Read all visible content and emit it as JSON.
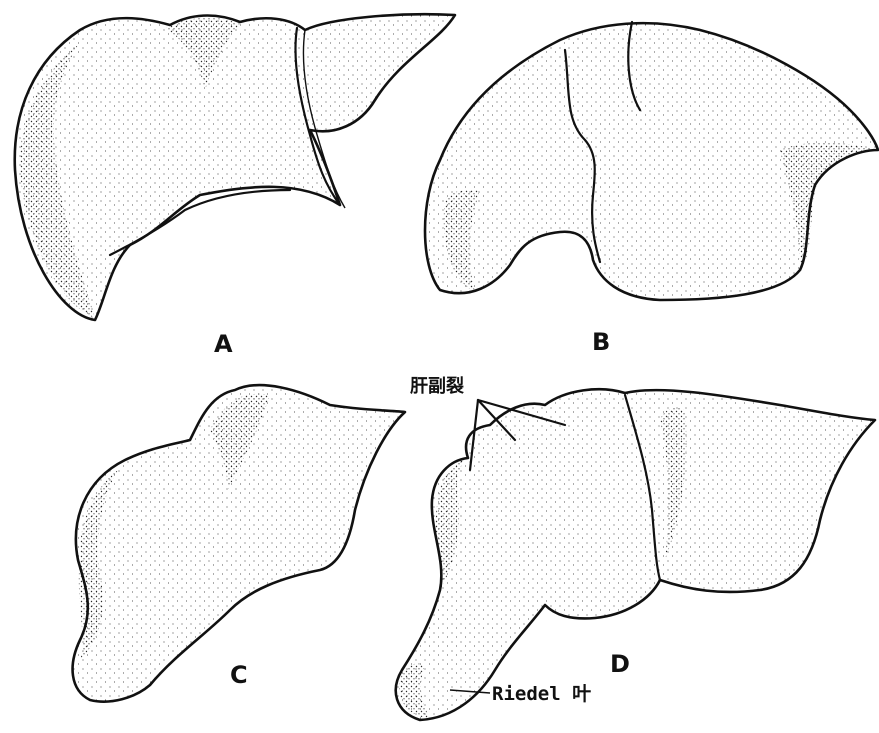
{
  "figure": {
    "panels": [
      {
        "id": "A",
        "label": "A"
      },
      {
        "id": "B",
        "label": "B"
      },
      {
        "id": "C",
        "label": "C"
      },
      {
        "id": "D",
        "label": "D"
      }
    ],
    "annotations": {
      "accessory_fissure": "肝副裂",
      "riedel_lobe": "Riedel 叶"
    }
  }
}
